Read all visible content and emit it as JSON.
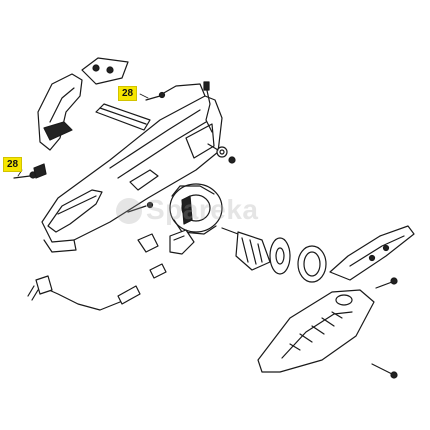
{
  "diagram": {
    "callouts": [
      {
        "label": "28",
        "bg_color": "#f6e600"
      },
      {
        "label": "28",
        "bg_color": "#f6e600"
      }
    ],
    "watermark": {
      "text": "Spareka"
    },
    "line_color": "#1a1a1a"
  }
}
